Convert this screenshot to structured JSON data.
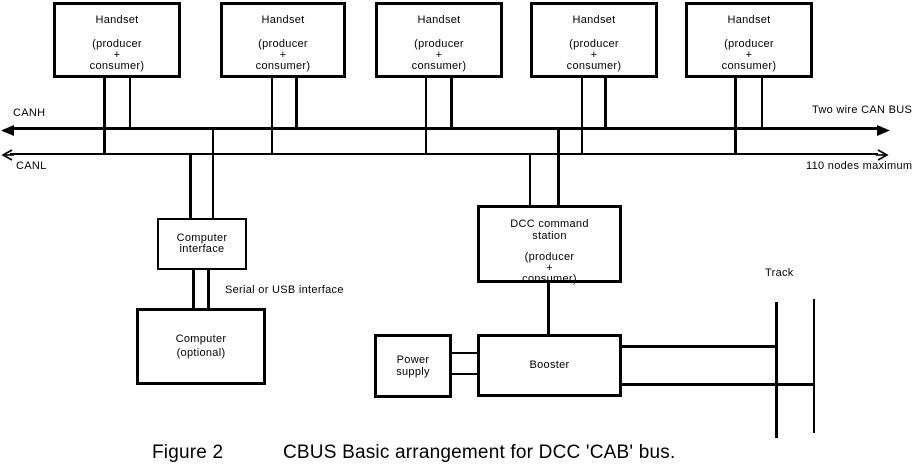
{
  "handsets": [
    {
      "title": "Handset",
      "lines": [
        "(producer",
        "+",
        "consumer)"
      ]
    },
    {
      "title": "Handset",
      "lines": [
        "(producer",
        "+",
        "consumer)"
      ]
    },
    {
      "title": "Handset",
      "lines": [
        "(producer",
        "+",
        "consumer)"
      ]
    },
    {
      "title": "Handset",
      "lines": [
        "(producer",
        "+",
        "consumer)"
      ]
    },
    {
      "title": "Handset",
      "lines": [
        "(producer",
        "+",
        "consumer)"
      ]
    }
  ],
  "bus": {
    "canh_label": "CANH",
    "canl_label": "CANL",
    "top_right_label": "Two wire CAN BUS",
    "bottom_right_label": "110 nodes maximum"
  },
  "computer_interface": {
    "lines": [
      "Computer",
      "interface"
    ]
  },
  "serial_usb_label": "Serial or USB interface",
  "computer": {
    "lines": [
      "Computer",
      "(optional)"
    ]
  },
  "dcc_station": {
    "lines": [
      "DCC command",
      "station"
    ],
    "sub_lines": [
      "(producer",
      "+",
      "consumer)"
    ]
  },
  "power_supply": {
    "lines": [
      "Power",
      "supply"
    ]
  },
  "booster_label": "Booster",
  "track_label": "Track",
  "caption": {
    "figure_label": "Figure 2",
    "text": "CBUS  Basic arrangement for DCC 'CAB' bus."
  },
  "colors": {
    "ink": "#000000",
    "paper": "#ffffff"
  }
}
